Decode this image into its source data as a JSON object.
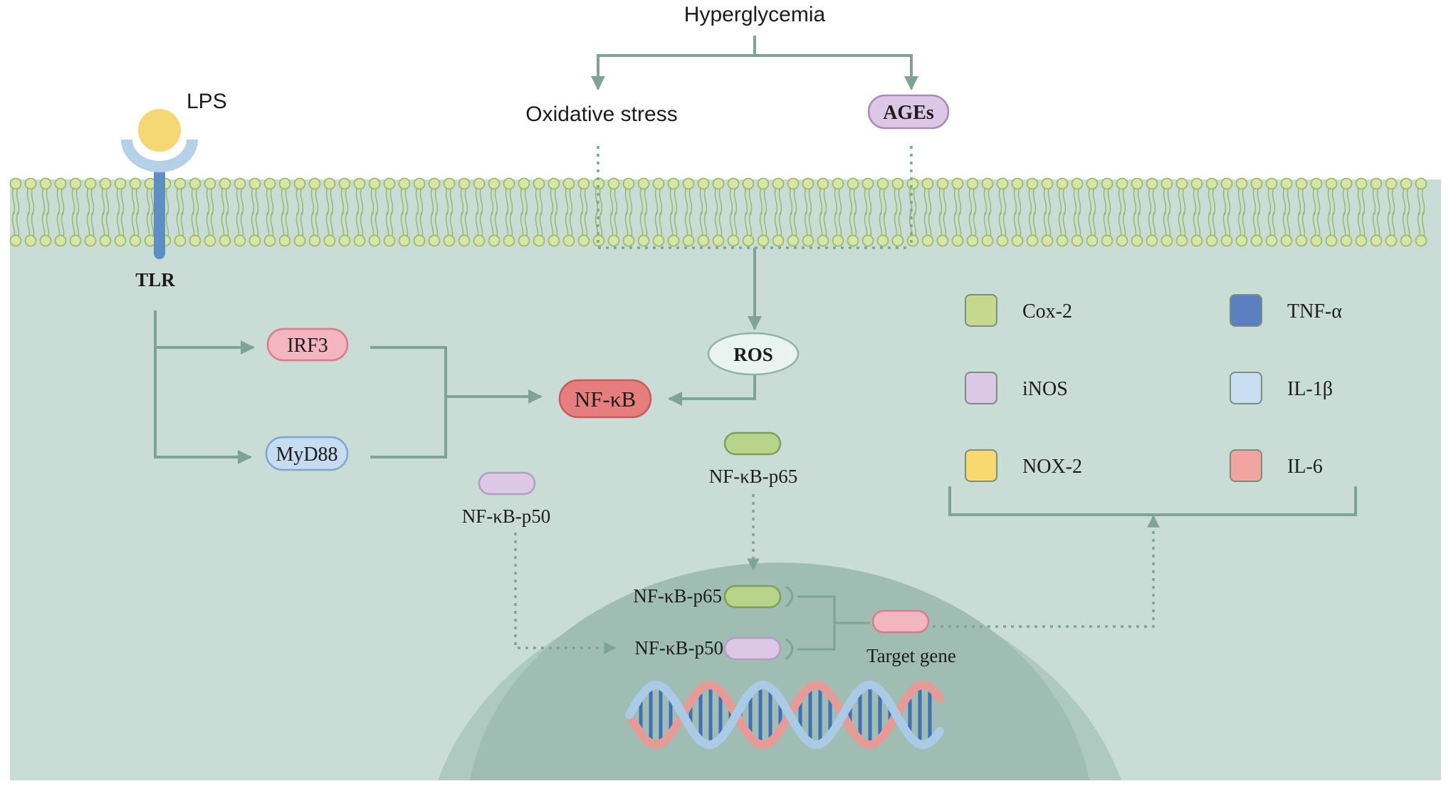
{
  "top_label": "Hyperglycemia",
  "oxidative_stress": "Oxidative stress",
  "ages": "AGEs",
  "lps": "LPS",
  "tlr": "TLR",
  "irf3": "IRF3",
  "myd88": "MyD88",
  "nfkb": "NF-κB",
  "ros": "ROS",
  "p65_label": "NF-κB-p65",
  "p50_label": "NF-κB-p50",
  "nucleus": {
    "p65_label": "NF-κB-p65",
    "p50_label": "NF-κB-p50",
    "target_gene": "Target gene"
  },
  "legend": [
    {
      "label": "Cox-2",
      "color": "#c5d98e"
    },
    {
      "label": "TNF-α",
      "color": "#5b7fc0"
    },
    {
      "label": "iNOS",
      "color": "#dcc7e6"
    },
    {
      "label": "IL-1β",
      "color": "#c9def0"
    },
    {
      "label": "NOX-2",
      "color": "#f8d86f"
    },
    {
      "label": "IL-6",
      "color": "#f2a5a0"
    }
  ],
  "colors": {
    "cytoplasm": "#c9ddd6",
    "nucleus_outer": "#adc9c0",
    "nucleus_inner": "#9fbdb3",
    "arrow": "#7fa396",
    "membrane_head": "#d7e6a4"
  }
}
